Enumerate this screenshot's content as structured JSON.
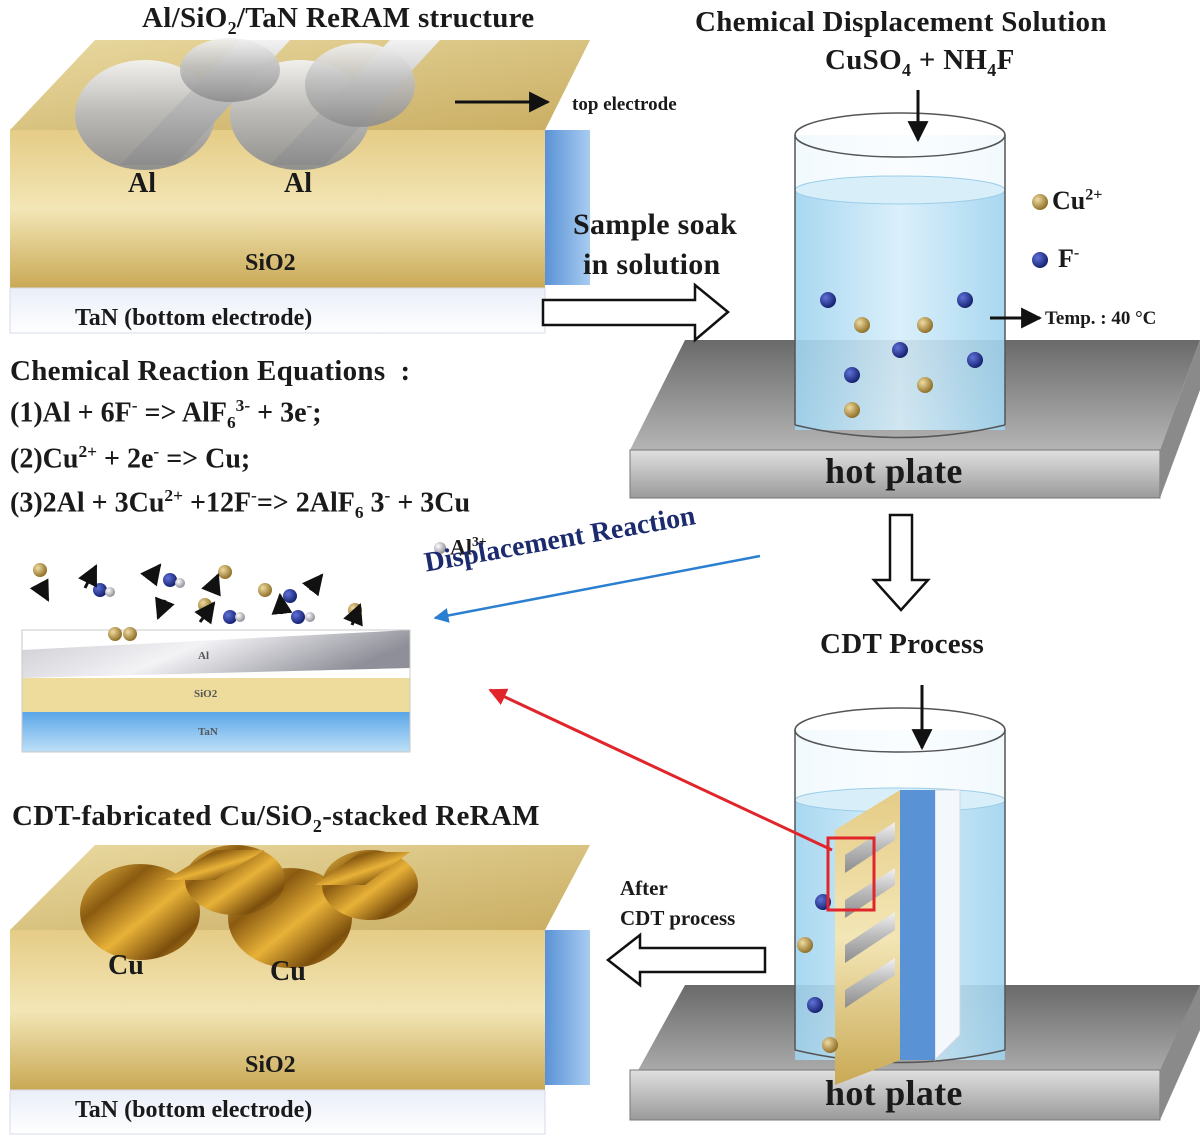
{
  "titles": {
    "structure": "Al/SiO",
    "structure_sub": "2",
    "structure_tail": "/TaN ReRAM structure",
    "solution": "Chemical Displacement Solution",
    "solution_formula_a": "CuSO",
    "solution_formula_a_sub": "4",
    "solution_formula_b": " + NH",
    "solution_formula_b_sub": "4",
    "solution_formula_c": "F",
    "result_a": "CDT-fabricated Cu/SiO",
    "result_sub": "2",
    "result_b": "-stacked ReRAM"
  },
  "labels": {
    "top_electrode": "top electrode",
    "al_left": "Al",
    "al_right": "Al",
    "sio2_top": "SiO2",
    "tan_top": "TaN (bottom electrode)",
    "soak_line1": "Sample soak",
    "soak_line2": "in solution",
    "legend_cu": "Cu",
    "legend_cu_sup": "2+",
    "legend_f": "F",
    "legend_f_sup": "-",
    "temp": "Temp. : 40 °C",
    "hot_plate_top": "hot plate",
    "hot_plate_bottom": "hot plate",
    "cdt_process": "CDT Process",
    "al_ion": "Al",
    "al_ion_sup": "3+",
    "displacement": "Displacement Reaction",
    "cross_al": "Al",
    "cross_sio2": "SiO2",
    "cross_tan": "TaN",
    "after_line1": "After",
    "after_line2": "CDT process",
    "cu_left": "Cu",
    "cu_right": "Cu",
    "sio2_bottom": "SiO2",
    "tan_bottom": "TaN (bottom electrode)"
  },
  "equations": {
    "heading": "Chemical Reaction Equations  :",
    "eq1_a": "(1)Al + 6F",
    "eq1_sup1": "-",
    "eq1_b": " => AlF",
    "eq1_sub": "6",
    "eq1_sup2": "3-",
    "eq1_c": " + 3e",
    "eq1_sup3": "-",
    "eq1_d": ";",
    "eq2_a": "(2)Cu",
    "eq2_sup1": "2+",
    "eq2_b": " + 2e",
    "eq2_sup2": "-",
    "eq2_c": " => Cu;",
    "eq3_a": "(3)2Al + 3Cu",
    "eq3_sup1": "2+",
    "eq3_b": " +12F",
    "eq3_sup2": "-",
    "eq3_c": "=> 2AlF",
    "eq3_sub": "6",
    "eq3_d": " 3",
    "eq3_sup3": "-",
    "eq3_e": " + 3Cu"
  },
  "colors": {
    "gold_dark": "#a3843a",
    "gold_light": "#e8d79c",
    "silver": "#b9b9b9",
    "tan_blue": "#7fb0e0",
    "solution_blue": "#bfe3f5",
    "ion_cu": "#a8843c",
    "ion_f": "#1f2f8f",
    "red_arrow": "#e0252b",
    "blue_arrow": "#2b7fd0",
    "copper": "#c8951e"
  }
}
